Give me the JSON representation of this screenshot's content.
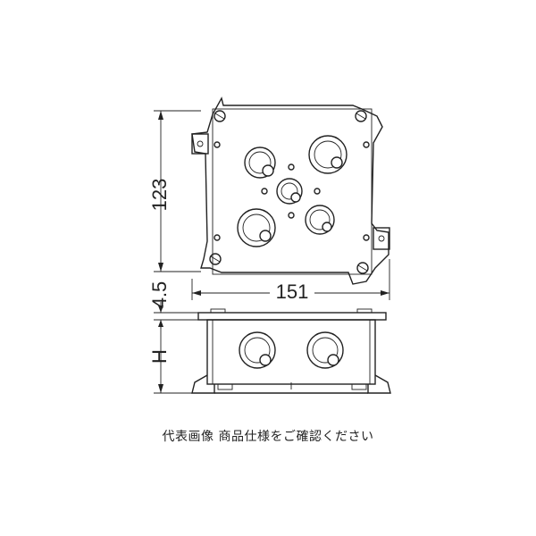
{
  "dimensions": {
    "height": "123",
    "width": "151",
    "lip": "4.5",
    "depth": "H"
  },
  "caption": "代表画像 商品仕様をご確認ください"
}
